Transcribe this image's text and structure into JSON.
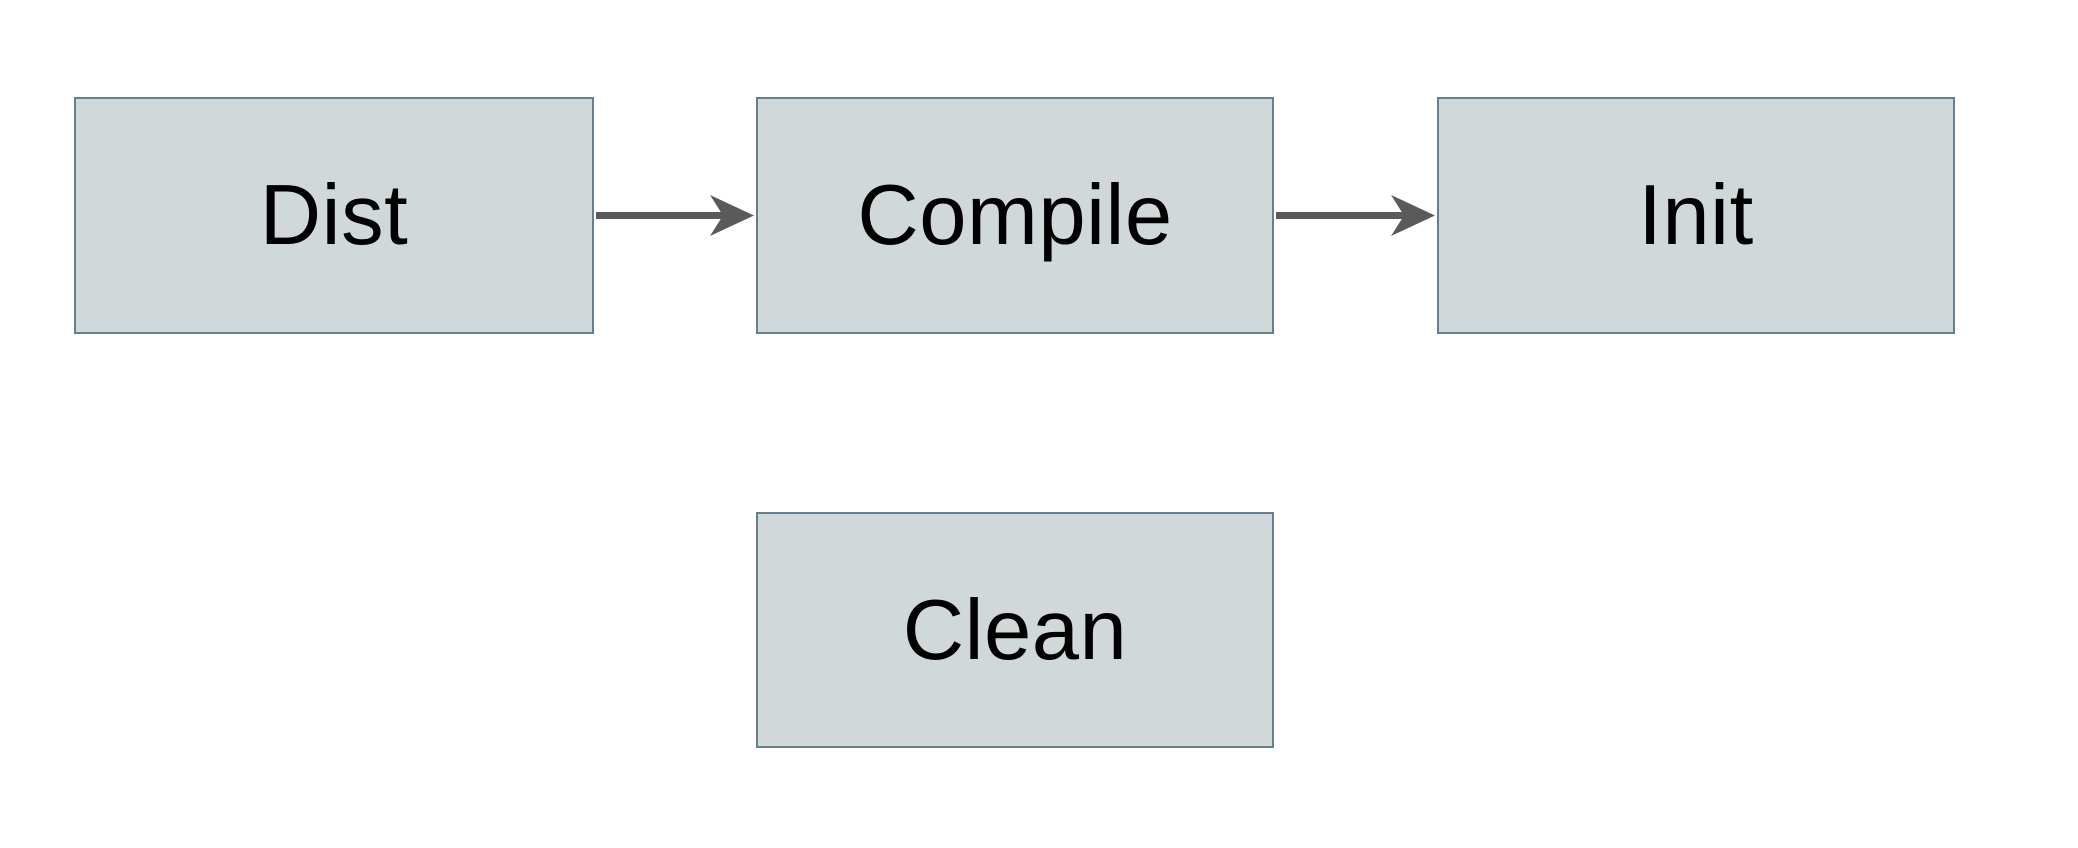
{
  "diagram": {
    "type": "flowchart",
    "nodes": [
      {
        "id": "dist",
        "label": "Dist"
      },
      {
        "id": "compile",
        "label": "Compile"
      },
      {
        "id": "init",
        "label": "Init"
      },
      {
        "id": "clean",
        "label": "Clean"
      }
    ],
    "edges": [
      {
        "from": "Dist",
        "to": "Compile",
        "style": "solid-arrow"
      },
      {
        "from": "Compile",
        "to": "Init",
        "style": "solid-arrow"
      }
    ],
    "colors": {
      "node_fill": "#d1d8da",
      "node_border": "#64808c",
      "arrow": "#5a5a5a",
      "text": "#000000",
      "background": "#ffffff"
    }
  }
}
